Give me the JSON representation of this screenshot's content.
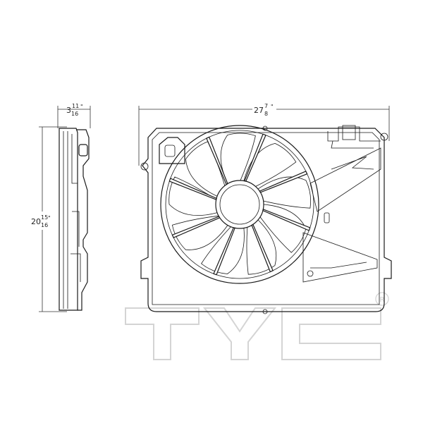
{
  "drawing": {
    "dimensions": {
      "width": {
        "whole": "27",
        "numerator": "7",
        "denominator": "8",
        "unit_mark": "\""
      },
      "height": {
        "whole": "20",
        "numerator": "15",
        "denominator": "16",
        "unit_mark": "\""
      },
      "depth": {
        "whole": "3",
        "numerator": "11",
        "denominator": "16",
        "unit_mark": "\""
      }
    },
    "views": [
      "side-view",
      "front-view"
    ]
  },
  "watermark": {
    "brand": "TYC",
    "registered_mark": "R",
    "color": "#d0d0d0"
  },
  "colors": {
    "line": "#1a1a1a",
    "background": "#ffffff"
  }
}
